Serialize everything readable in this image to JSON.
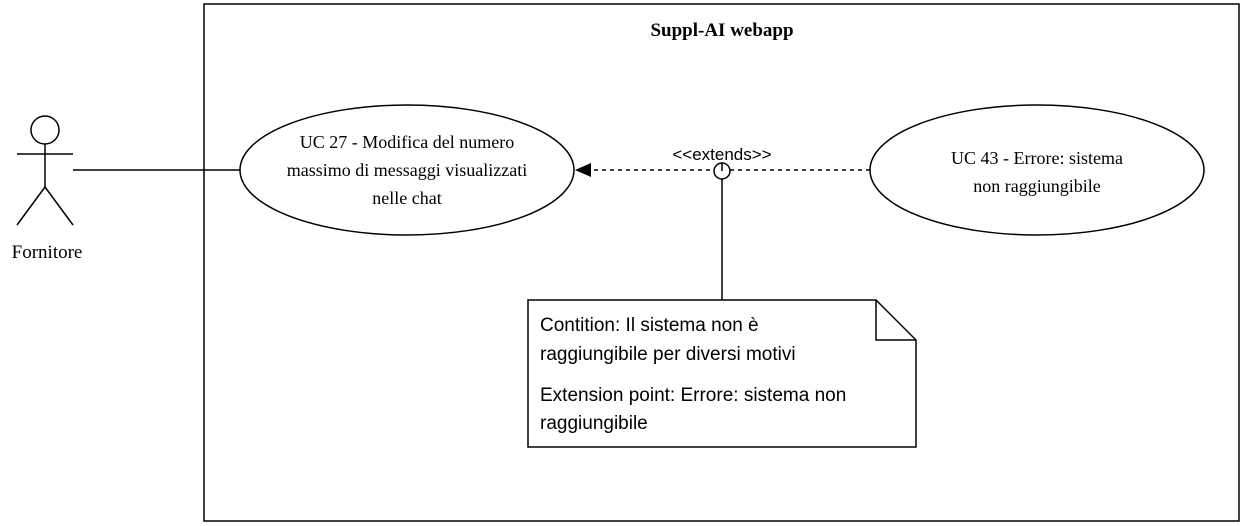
{
  "system": {
    "title": "Suppl-AI webapp"
  },
  "actor": {
    "name": "Fornitore"
  },
  "use_cases": {
    "main": {
      "lines": [
        "UC 27 - Modifica del numero",
        "massimo di messaggi visualizzati",
        "nelle chat"
      ]
    },
    "extension": {
      "lines": [
        "UC 43 - Errore: sistema",
        "non raggiungibile"
      ]
    }
  },
  "relation": {
    "stereotype": "<<extends>>"
  },
  "note": {
    "condition_lines": [
      "Contition: Il sistema non è",
      "raggiungibile per diversi motivi"
    ],
    "extension_point_lines": [
      "Extension point: Errore: sistema non",
      "raggiungibile"
    ]
  },
  "colors": {
    "stroke": "#000000",
    "background": "#ffffff"
  }
}
